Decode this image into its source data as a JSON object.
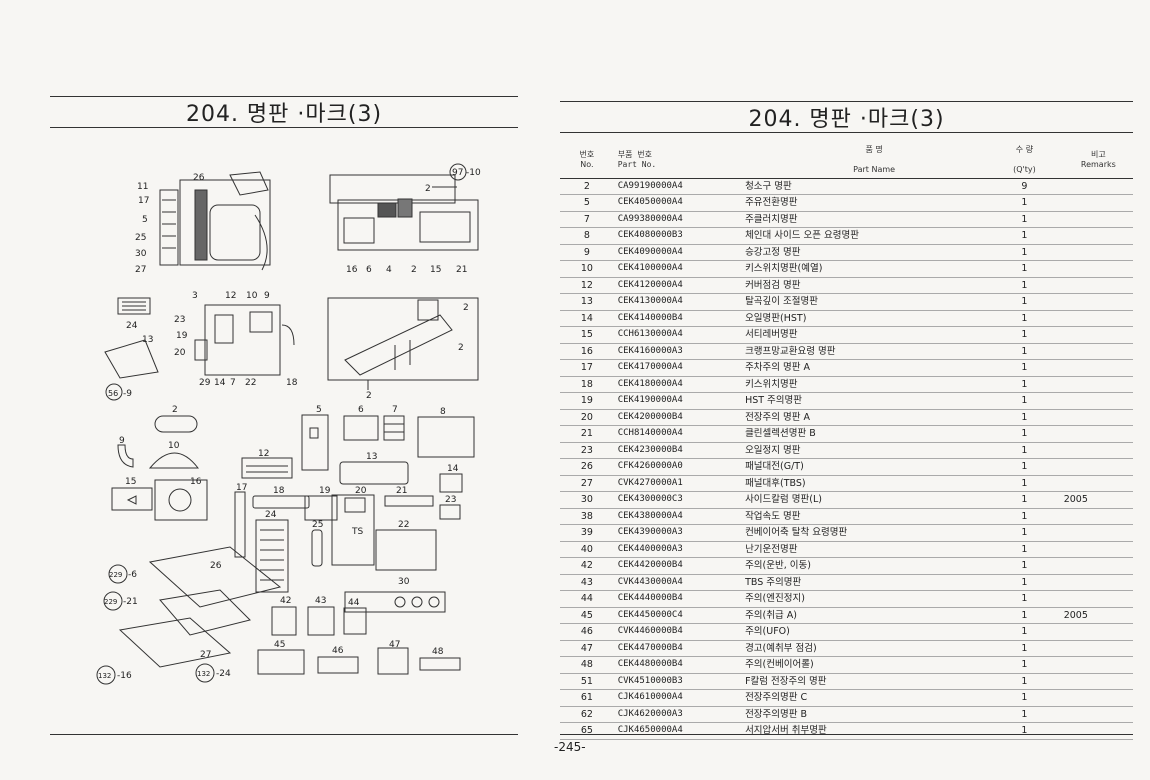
{
  "left_page": {
    "title": "204. 명판 ·마크(3)",
    "callouts": {
      "c11": "11",
      "c17": "17",
      "c26": "26",
      "c5": "5",
      "c25": "25",
      "c30": "30",
      "c27": "27",
      "c97": "97",
      "c10": "-10",
      "c2a": "2",
      "c16": "16",
      "c6": "6",
      "c4": "4",
      "c2b": "2",
      "c15": "15",
      "c21": "21",
      "c24": "24",
      "c3": "3",
      "c12": "12",
      "c10b": "10",
      "c9": "9",
      "c23": "23",
      "c19": "19",
      "c13": "13",
      "c20": "20",
      "c29": "29",
      "c14": "14",
      "c7": "7",
      "c22": "22",
      "c18": "18",
      "c56": "56",
      "c9b": "-9",
      "c2c": "2",
      "c2d": "2",
      "c2e": "2",
      "p2": "2",
      "p5": "5",
      "p6": "6",
      "p7": "7",
      "p8": "8",
      "p9": "9",
      "p10": "10",
      "p12": "12",
      "p13": "13",
      "p14": "14",
      "p15": "15",
      "p16": "16",
      "p17": "17",
      "p18": "18",
      "p19": "19",
      "p20": "20",
      "p21": "21",
      "p22": "22",
      "p23": "23",
      "p24": "24",
      "p25": "25",
      "p26": "26",
      "p30": "30",
      "p42": "42",
      "p43": "43",
      "p44": "44",
      "p45": "45",
      "p46": "46",
      "p47": "47",
      "p48": "48",
      "k229a": "229",
      "k6": "-6",
      "k229b": "229",
      "k21": "-21",
      "k27": "27",
      "k132a": "132",
      "k16": "-16",
      "k132b": "132",
      "k24": "-24",
      "ts": "TS"
    }
  },
  "right_page": {
    "title": "204. 명판 ·마크(3)",
    "headers": {
      "no_ko": "번호",
      "no_en": "No.",
      "part_ko": "부품 번호",
      "part_en": "Part   No.",
      "name_ko": "품          명",
      "name_en": "Part          Name",
      "qty_ko": "수  량",
      "qty_en": "(Q'ty)",
      "rem_ko": "비고",
      "rem_en": "Remarks"
    },
    "rows": [
      {
        "no": "2",
        "part": "CA99190000A4",
        "name": "청소구 명판",
        "qty": "9",
        "remarks": ""
      },
      {
        "no": "5",
        "part": "CEK4050000A4",
        "name": "주유전환명판",
        "qty": "1",
        "remarks": ""
      },
      {
        "no": "7",
        "part": "CA99380000A4",
        "name": "주클러치명판",
        "qty": "1",
        "remarks": ""
      },
      {
        "no": "8",
        "part": "CEK4080000B3",
        "name": "체인대 사이드 오픈 요령명판",
        "qty": "1",
        "remarks": ""
      },
      {
        "no": "9",
        "part": "CEK4090000A4",
        "name": "승강고정 명판",
        "qty": "1",
        "remarks": ""
      },
      {
        "no": "10",
        "part": "CEK4100000A4",
        "name": "키스위치명판(예열)",
        "qty": "1",
        "remarks": ""
      },
      {
        "no": "12",
        "part": "CEK4120000A4",
        "name": "커버점검 명판",
        "qty": "1",
        "remarks": ""
      },
      {
        "no": "13",
        "part": "CEK4130000A4",
        "name": "탈곡깊이 조절명판",
        "qty": "1",
        "remarks": ""
      },
      {
        "no": "14",
        "part": "CEK4140000B4",
        "name": "오일명판(HST)",
        "qty": "1",
        "remarks": ""
      },
      {
        "no": "15",
        "part": "CCH6130000A4",
        "name": "서티레버명판",
        "qty": "1",
        "remarks": ""
      },
      {
        "no": "16",
        "part": "CEK4160000A3",
        "name": "크랭프망교환요령 명판",
        "qty": "1",
        "remarks": ""
      },
      {
        "no": "17",
        "part": "CEK4170000A4",
        "name": "주차주의 명판 A",
        "qty": "1",
        "remarks": ""
      },
      {
        "no": "18",
        "part": "CEK4180000A4",
        "name": "키스위치명판",
        "qty": "1",
        "remarks": ""
      },
      {
        "no": "19",
        "part": "CEK4190000A4",
        "name": "HST 주의명판",
        "qty": "1",
        "remarks": ""
      },
      {
        "no": "20",
        "part": "CEK4200000B4",
        "name": "전장주의 명판 A",
        "qty": "1",
        "remarks": ""
      },
      {
        "no": "21",
        "part": "CCH8140000A4",
        "name": "클린셀렉션명판 B",
        "qty": "1",
        "remarks": ""
      },
      {
        "no": "23",
        "part": "CEK4230000B4",
        "name": "오일정지 명판",
        "qty": "1",
        "remarks": ""
      },
      {
        "no": "26",
        "part": "CFK4260000A0",
        "name": "패널대전(G/T)",
        "qty": "1",
        "remarks": ""
      },
      {
        "no": "27",
        "part": "CVK4270000A1",
        "name": "패널대후(TBS)",
        "qty": "1",
        "remarks": ""
      },
      {
        "no": "30",
        "part": "CEK4300000C3",
        "name": "사이드칼럼 명판(L)",
        "qty": "1",
        "remarks": "2005"
      },
      {
        "no": "38",
        "part": "CEK4380000A4",
        "name": "작업속도 명판",
        "qty": "1",
        "remarks": ""
      },
      {
        "no": "39",
        "part": "CEK4390000A3",
        "name": "컨베이어축 탈착 요령명판",
        "qty": "1",
        "remarks": ""
      },
      {
        "no": "40",
        "part": "CEK4400000A3",
        "name": "난기운전명판",
        "qty": "1",
        "remarks": ""
      },
      {
        "no": "42",
        "part": "CEK4420000B4",
        "name": "주의(운반, 이동)",
        "qty": "1",
        "remarks": ""
      },
      {
        "no": "43",
        "part": "CVK4430000A4",
        "name": "TBS 주의명판",
        "qty": "1",
        "remarks": ""
      },
      {
        "no": "44",
        "part": "CEK4440000B4",
        "name": "주의(엔진정지)",
        "qty": "1",
        "remarks": ""
      },
      {
        "no": "45",
        "part": "CEK4450000C4",
        "name": "주의(취급 A)",
        "qty": "1",
        "remarks": "2005"
      },
      {
        "no": "46",
        "part": "CVK4460000B4",
        "name": "주의(UFO)",
        "qty": "1",
        "remarks": ""
      },
      {
        "no": "47",
        "part": "CEK4470000B4",
        "name": "경고(예취부 점검)",
        "qty": "1",
        "remarks": ""
      },
      {
        "no": "48",
        "part": "CEK4480000B4",
        "name": "주의(컨베이어롤)",
        "qty": "1",
        "remarks": ""
      },
      {
        "no": "51",
        "part": "CVK4510000B3",
        "name": "F칼럼 전장주의 명판",
        "qty": "1",
        "remarks": ""
      },
      {
        "no": "61",
        "part": "CJK4610000A4",
        "name": "전장주의명판 C",
        "qty": "1",
        "remarks": ""
      },
      {
        "no": "62",
        "part": "CJK4620000A3",
        "name": "전장주의명판 B",
        "qty": "1",
        "remarks": ""
      },
      {
        "no": "65",
        "part": "CJK4650000A4",
        "name": "서지압서버 취부명판",
        "qty": "1",
        "remarks": ""
      }
    ],
    "page_number": "-245-"
  }
}
